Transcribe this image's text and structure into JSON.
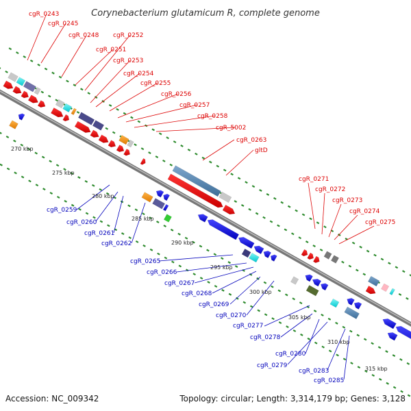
{
  "title": "Corynebacterium glutamicum R, complete genome",
  "footer": {
    "accession": "Accession: NC_009342",
    "summary": "Topology: circular; Length: 3,314,179 bp; Genes: 3,128"
  },
  "scale_labels": [
    "270 kbp",
    "275 kbp",
    "280 kbp",
    "285 kbp",
    "290 kbp",
    "295 kbp",
    "300 kbp",
    "305 kbp",
    "310 kbp",
    "315 kbp"
  ],
  "forward_labels": [
    "cgR_0243",
    "cgR_0245",
    "cgR_0248",
    "cgR_0252",
    "cgR_0251",
    "cgR_0253",
    "cgR_0254",
    "cgR_0255",
    "cgR_0256",
    "cgR_0257",
    "cgR_0258",
    "cgR_5002",
    "cgR_0263",
    "gltD",
    "cgR_0271",
    "cgR_0272",
    "cgR_0273",
    "cgR_0274",
    "cgR_0275"
  ],
  "reverse_labels": [
    "cgR_0259",
    "cgR_0260",
    "cgR_0261",
    "cgR_0262",
    "cgR_0265",
    "cgR_0266",
    "cgR_0267",
    "cgR_0268",
    "cgR_0269",
    "cgR_0270",
    "cgR_0277",
    "cgR_0278",
    "cgR_0280",
    "cgR_0279",
    "cgR_0283",
    "cgR_0285"
  ],
  "colors": {
    "forward_label": "#dd0000",
    "reverse_label": "#0000bb",
    "backbone": "#888888",
    "tick": "#228b22"
  }
}
